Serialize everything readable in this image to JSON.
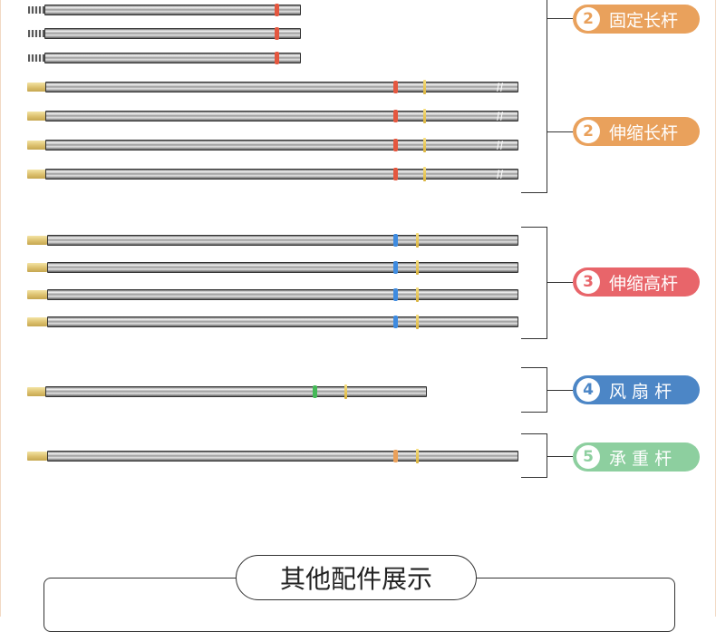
{
  "groups": [
    {
      "number": "2",
      "label": "固定长杆",
      "color": "#e9a15c"
    },
    {
      "number": "2",
      "label": "伸缩长杆",
      "color": "#e9a15c"
    },
    {
      "number": "3",
      "label": "伸缩高杆",
      "color": "#e8656a"
    },
    {
      "number": "4",
      "label": "风 扇 杆",
      "color": "#4c86c6"
    },
    {
      "number": "5",
      "label": "承 重 杆",
      "color": "#8dcf9f"
    }
  ],
  "band_colors": {
    "red": "#e4573f",
    "blue": "#3e8be0",
    "green": "#45b957",
    "orange": "#eaa05a"
  },
  "section": {
    "title": "其他配件展示"
  }
}
